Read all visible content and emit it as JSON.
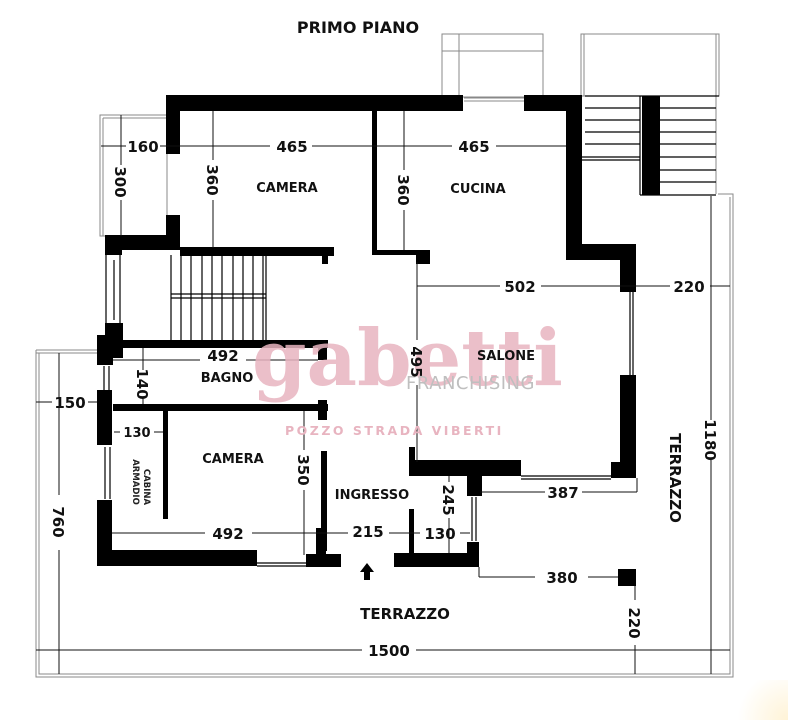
{
  "title": "PRIMO PIANO",
  "rooms": {
    "camera_top": "CAMERA",
    "cucina": "CUCINA",
    "salone": "SALONE",
    "bagno": "BAGNO",
    "camera_bottom": "CAMERA",
    "cabina_line1": "CABINA",
    "cabina_line2": "ARMADIO",
    "ingresso": "INGRESSO",
    "terrazzo_bottom": "TERRAZZO",
    "terrazzo_right": "TERRAZZO"
  },
  "dimensions": {
    "balcony_width": "160",
    "balcony_depth": "300",
    "camera_top_width": "465",
    "camera_top_depth": "360",
    "cucina_width": "465",
    "cucina_depth": "360",
    "salone_width": "502",
    "salone_depth": "495",
    "terrace_right_width": "220",
    "terrace_total_height": "1180",
    "bagno_width": "492",
    "bagno_depth": "140",
    "left_terrace_width": "150",
    "cabina_width": "130",
    "camera_bottom_depth": "350",
    "camera_bottom_width": "492",
    "ingresso_width": "215",
    "closet_depth": "245",
    "closet_width": "130",
    "salone_bottom_width": "387",
    "pillar_offset_x": "380",
    "pillar_offset_y": "220",
    "terrace_left_height": "760",
    "terrace_total_width": "1500"
  },
  "watermark": {
    "brand": "gabetti",
    "subtitle": "FRANCHISING",
    "agency": "POZZO STRADA VIBERTI",
    "brand_color": "#e8b4c0"
  },
  "icons": {
    "entrance_arrow": "up-arrow"
  }
}
